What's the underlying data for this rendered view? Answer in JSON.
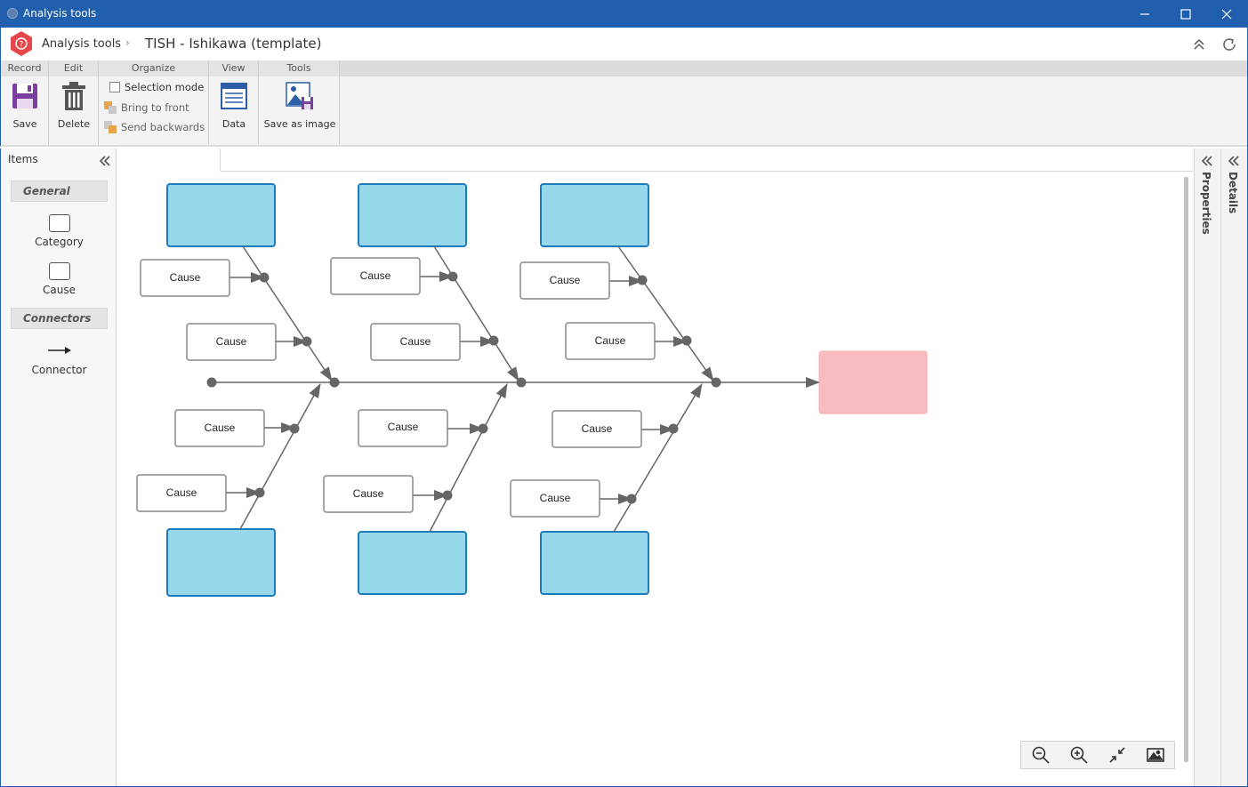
{
  "window": {
    "title": "Analysis tools",
    "icons": [
      "app-icon",
      "minimize-icon",
      "maximize-icon",
      "close-icon"
    ]
  },
  "header": {
    "breadcrumb_root": "Analysis tools",
    "breadcrumb_separator": "›",
    "page_title": "TISH - Ishikawa (template)",
    "icons": [
      "collapse-up-icon",
      "refresh-icon"
    ]
  },
  "ribbon": {
    "groups": {
      "record": "Record",
      "edit": "Edit",
      "organize": "Organize",
      "view": "View",
      "tools": "Tools"
    },
    "save_label": "Save",
    "delete_label": "Delete",
    "selection_mode_label": "Selection mode",
    "bring_to_front_label": "Bring to front",
    "send_backwards_label": "Send backwards",
    "data_label": "Data",
    "save_as_image_label": "Save as image"
  },
  "items_panel": {
    "title": "Items",
    "general_header": "General",
    "category_label": "Category",
    "cause_label": "Cause",
    "connectors_header": "Connectors",
    "connector_label": "Connector"
  },
  "diagram": {
    "cause_label": "Cause",
    "category_fill": "#97d9ea",
    "category_stroke": "#1d7bbd",
    "effect_fill": "#f8bcc0",
    "line_color": "#666666"
  },
  "side_panels": {
    "properties_label": "Properties",
    "details_label": "Details"
  },
  "colors": {
    "titlebar": "#1f5fad",
    "logo": "#e5474b",
    "save_icon": "#7b3fa0"
  }
}
